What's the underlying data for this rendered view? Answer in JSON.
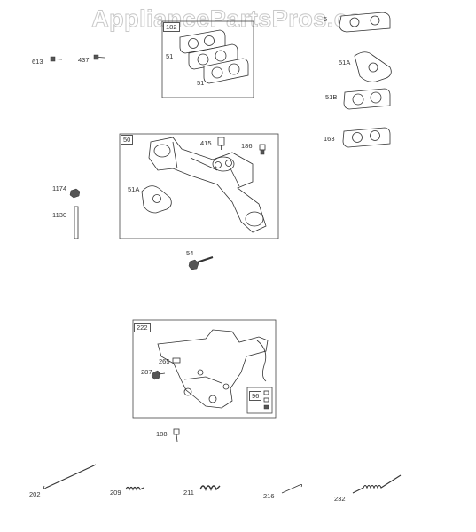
{
  "watermark": "AppliancePartsPros.com",
  "box_labels": {
    "gasket_set": "182",
    "manifold": "50",
    "bracket": "222",
    "sub_96": "96"
  },
  "part_labels": {
    "p613": "613",
    "p437": "437",
    "p51_top": "51",
    "p51_bottom": "51",
    "p5_right": "5",
    "p51A_right": "51A",
    "p51B": "51B",
    "p163": "163",
    "p415": "415",
    "p186": "186",
    "p51A_box": "51A",
    "p1174": "1174",
    "p1130": "1130",
    "p54": "54",
    "p265": "265",
    "p287": "287",
    "p188": "188",
    "p202": "202",
    "p209": "209",
    "p211": "211",
    "p216": "216",
    "p232": "232"
  }
}
